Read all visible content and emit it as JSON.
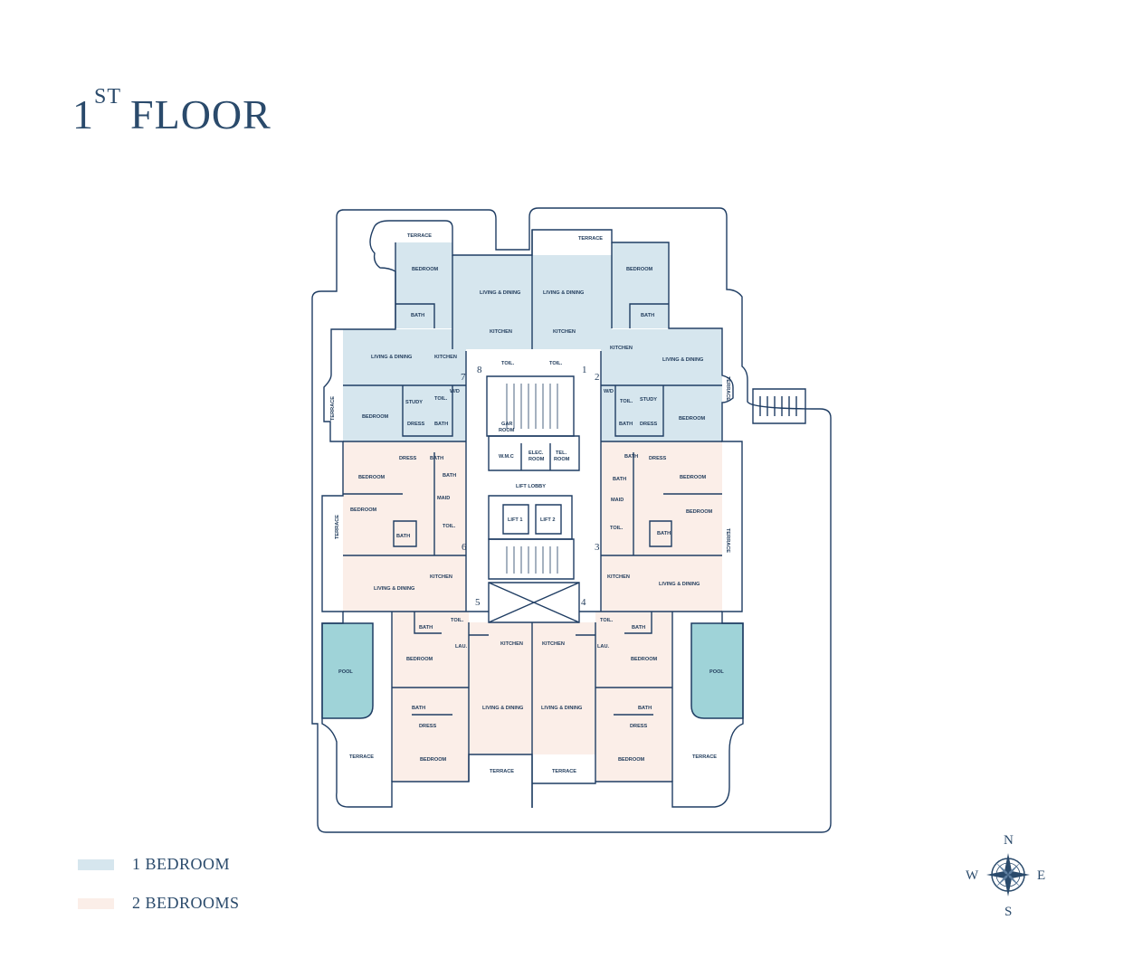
{
  "title": {
    "main": "1",
    "sup": "ST",
    "rest": "FLOOR"
  },
  "colors": {
    "one_bedroom": "#d6e6ee",
    "two_bedrooms": "#fbeee8",
    "line": "#1f3d63",
    "pool": "#9fd3d8"
  },
  "legend": [
    {
      "label": "1 BEDROOM",
      "color": "#d6e6ee"
    },
    {
      "label": "2 BEDROOMS",
      "color": "#fbeee8"
    }
  ],
  "compass": {
    "n": "N",
    "e": "E",
    "s": "S",
    "w": "W"
  },
  "units": [
    "1",
    "2",
    "3",
    "4",
    "5",
    "6",
    "7",
    "8"
  ],
  "rooms": {
    "terrace": "TERRACE",
    "bedroom": "BEDROOM",
    "bath": "BATH",
    "living": "LIVING & DINING",
    "kitchen": "KITCHEN",
    "toil": "TOIL.",
    "study": "STUDY",
    "dress": "DRESS",
    "wd": "W/D",
    "maid": "MAID",
    "lau": "LAU.",
    "pool": "POOL",
    "gar": "GAR",
    "gar2": "ROOM",
    "wmc": "W.M.C",
    "elec": "ELEC.",
    "elec2": "ROOM",
    "tel": "TEL.",
    "tel2": "ROOM",
    "lobby": "LIFT LOBBY",
    "lift1": "LIFT 1",
    "lift2": "LIFT 2"
  }
}
